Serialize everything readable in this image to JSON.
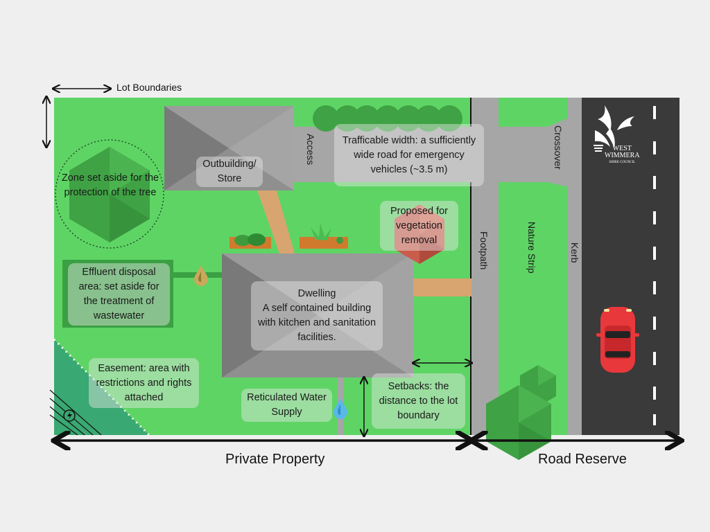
{
  "labels": {
    "lot_boundaries": "Lot Boundaries",
    "tree_zone": "Zone set aside for the protection of the tree",
    "outbuilding": "Outbuilding/ Store",
    "access": "Access",
    "trafficable": "Trafficable width: a sufficiently wide road for emergency vehicles (~3.5 m)",
    "crossover": "Crossover",
    "vegetation_removal": "Proposed for vegetation removal",
    "effluent": "Effluent disposal area: set aside for the treatment of wastewater",
    "dwelling_title": "Dwelling",
    "dwelling_desc": "A self contained building with kitchen and sanitation facilities.",
    "easement": "Easement: area with restrictions and rights attached",
    "water_supply": "Reticulated Water Supply",
    "setbacks": "Setbacks: the distance to the lot boundary",
    "footpath": "Footpath",
    "nature_strip": "Nature Strip",
    "kerb": "Kerb",
    "private_property": "Private Property",
    "road_reserve": "Road Reserve"
  },
  "logo": {
    "line1": "WEST",
    "line2": "WIMMERA",
    "line3": "SHIRE COUNCIL"
  },
  "colors": {
    "lawn": "#5ed465",
    "road": "#3a3a3a",
    "footpath": "#a6a6a6",
    "roof": "#8c8c8c",
    "path": "#d8a46f",
    "easement": "#3aa872",
    "tree": "#4db84a",
    "car": "#e8383b"
  }
}
